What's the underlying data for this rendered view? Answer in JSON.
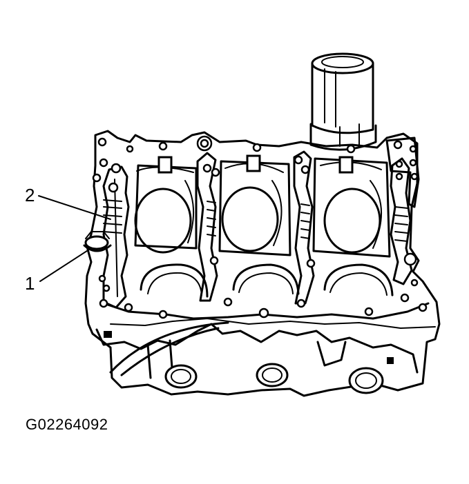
{
  "diagram": {
    "callouts": [
      {
        "label": "2"
      },
      {
        "label": "1"
      }
    ],
    "figure_id": "G02264092"
  }
}
